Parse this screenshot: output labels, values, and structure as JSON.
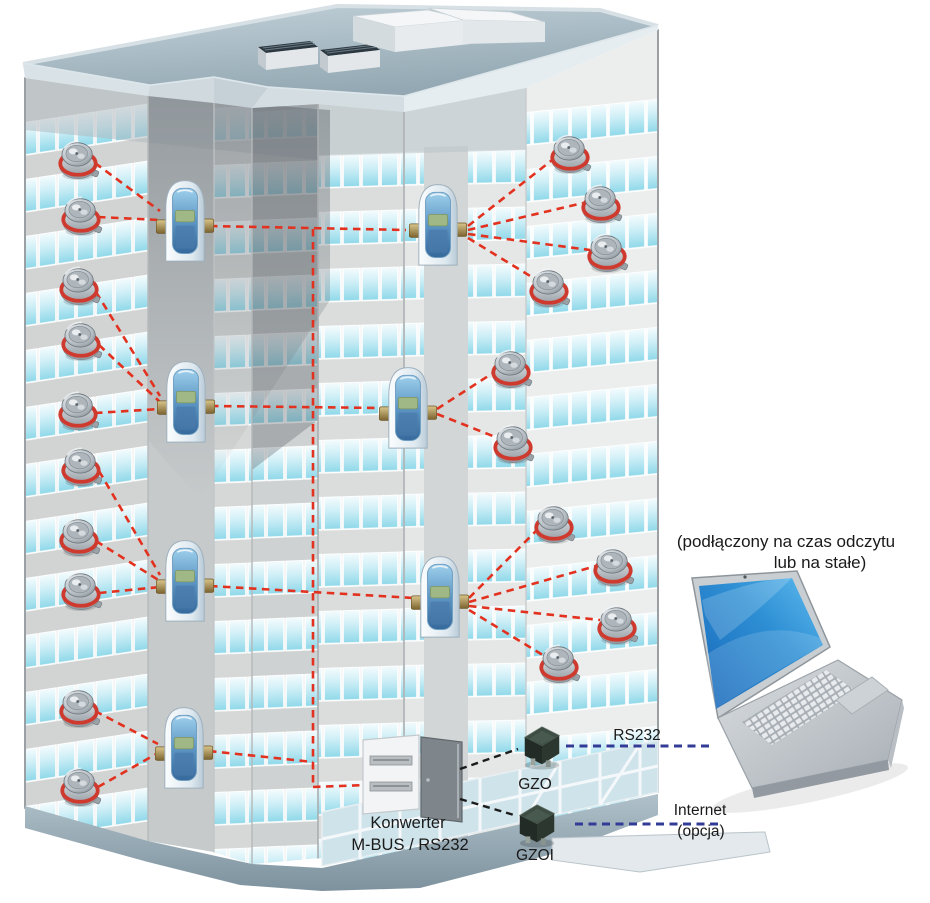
{
  "colors": {
    "radio_link": "#e2321f",
    "serial_link": "#323b96",
    "cable_link": "#1c1c1c",
    "window_glass": "#9edeee",
    "facade": "#d7d9d8",
    "roof": "#a3b6c0",
    "screen_blue": "#2e8fd4"
  },
  "laptop_note": {
    "line1": "(podłączony na czas odczytu",
    "line2": "lub na stałe)"
  },
  "links": {
    "rs232_label": "RS232",
    "internet_label_line1": "Internet",
    "internet_label_line2": "(opcja)"
  },
  "devices": {
    "converter_label_line1": "Konwerter",
    "converter_label_line2": "M-BUS / RS232",
    "gzo_label": "GZO",
    "gzoi_label": "GZOI"
  }
}
